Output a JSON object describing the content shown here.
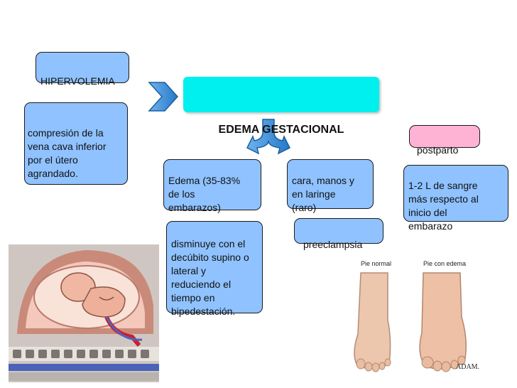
{
  "diagram": {
    "title": "EDEMA GESTACIONAL",
    "hipervolemia": "HIPERVOLEMIA",
    "compresion": " compresión de la\nvena cava inferior\npor el útero\nagrandado.",
    "edema_pct": "Edema (35-83%\nde los\nembarazos)",
    "disminuye": " disminuye con el\ndecúbito supino o\nlateral y\nreduciendo el\ntiempo en\nbipedestación.",
    "ubicacion": "cara, manos y\nen laringe\n(raro)",
    "preeclampsia": "preeclampsia",
    "postparto": "postparto",
    "sangre": "1-2 L de sangre\nmás respecto al\ninicio del\nembarazo"
  },
  "feet_image": {
    "label_normal": "Pie normal",
    "label_edema": "Pie con edema",
    "credit": "ADAM."
  },
  "colors": {
    "box_blue": "#8fc2ff",
    "box_pink": "#ffb3d4",
    "title_cyan": "#00f0f0",
    "arrow_blue": "#2f8fe0"
  }
}
